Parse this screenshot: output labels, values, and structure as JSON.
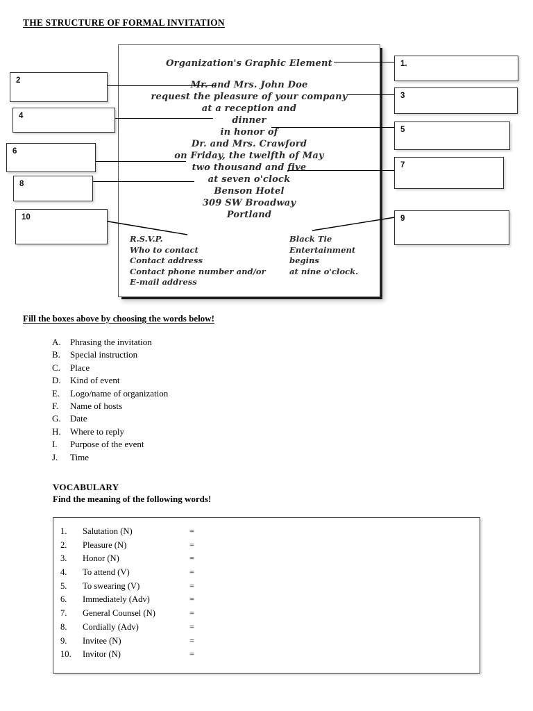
{
  "page": {
    "title": "THE STRUCTURE OF FORMAL INVITATION",
    "fill_instruction": "Fill the boxes above by choosing the words below!"
  },
  "invitation_card": {
    "lines": [
      "Organization's Graphic Element",
      "Mr. and Mrs. John Doe",
      "request the pleasure of your company",
      "at a reception and",
      "dinner",
      "in honor of",
      "Dr. and Mrs. Crawford",
      "on Friday, the twelfth of May",
      "two thousand and five",
      "at seven o'clock",
      "Benson Hotel",
      "309 SW Broadway",
      "Portland"
    ],
    "left_block": [
      "R.S.V.P.",
      "Who to contact",
      "Contact address",
      "Contact phone number and/or",
      " E-mail address"
    ],
    "right_block": [
      "Black Tie",
      "Entertainment",
      "begins",
      "at nine o'clock."
    ]
  },
  "answer_boxes": {
    "left": [
      {
        "label": "2"
      },
      {
        "label": "4"
      },
      {
        "label": "6"
      },
      {
        "label": "8"
      },
      {
        "label": "10"
      }
    ],
    "right": [
      {
        "label": "1."
      },
      {
        "label": "3"
      },
      {
        "label": "5"
      },
      {
        "label": "7"
      },
      {
        "label": "9"
      }
    ]
  },
  "options": [
    {
      "letter": "A.",
      "text": "Phrasing the invitation"
    },
    {
      "letter": "B.",
      "text": "Special instruction"
    },
    {
      "letter": "C.",
      "text": "Place"
    },
    {
      "letter": "D.",
      "text": "Kind of event"
    },
    {
      "letter": "E.",
      "text": "Logo/name of organization"
    },
    {
      "letter": "F.",
      "text": "Name of hosts"
    },
    {
      "letter": "G.",
      "text": "Date"
    },
    {
      "letter": "H.",
      "text": "Where to reply"
    },
    {
      "letter": "I.",
      "text": "Purpose of the event"
    },
    {
      "letter": "J.",
      "text": "Time"
    }
  ],
  "vocabulary": {
    "heading": "VOCABULARY",
    "subheading": "Find the meaning of the following words!",
    "equals": "=",
    "items": [
      {
        "num": "1.",
        "word": "Salutation (N)"
      },
      {
        "num": "2.",
        "word": "Pleasure (N)"
      },
      {
        "num": "3.",
        "word": "Honor (N)"
      },
      {
        "num": "4.",
        "word": "To attend (V)"
      },
      {
        "num": "5.",
        "word": "To swearing (V)"
      },
      {
        "num": "6.",
        "word": "Immediately (Adv)"
      },
      {
        "num": "7.",
        "word": "General Counsel (N)"
      },
      {
        "num": "8.",
        "word": "Cordially (Adv)"
      },
      {
        "num": "9.",
        "word": "Invitee (N)"
      },
      {
        "num": "10.",
        "word": "Invitor (N)"
      }
    ]
  }
}
